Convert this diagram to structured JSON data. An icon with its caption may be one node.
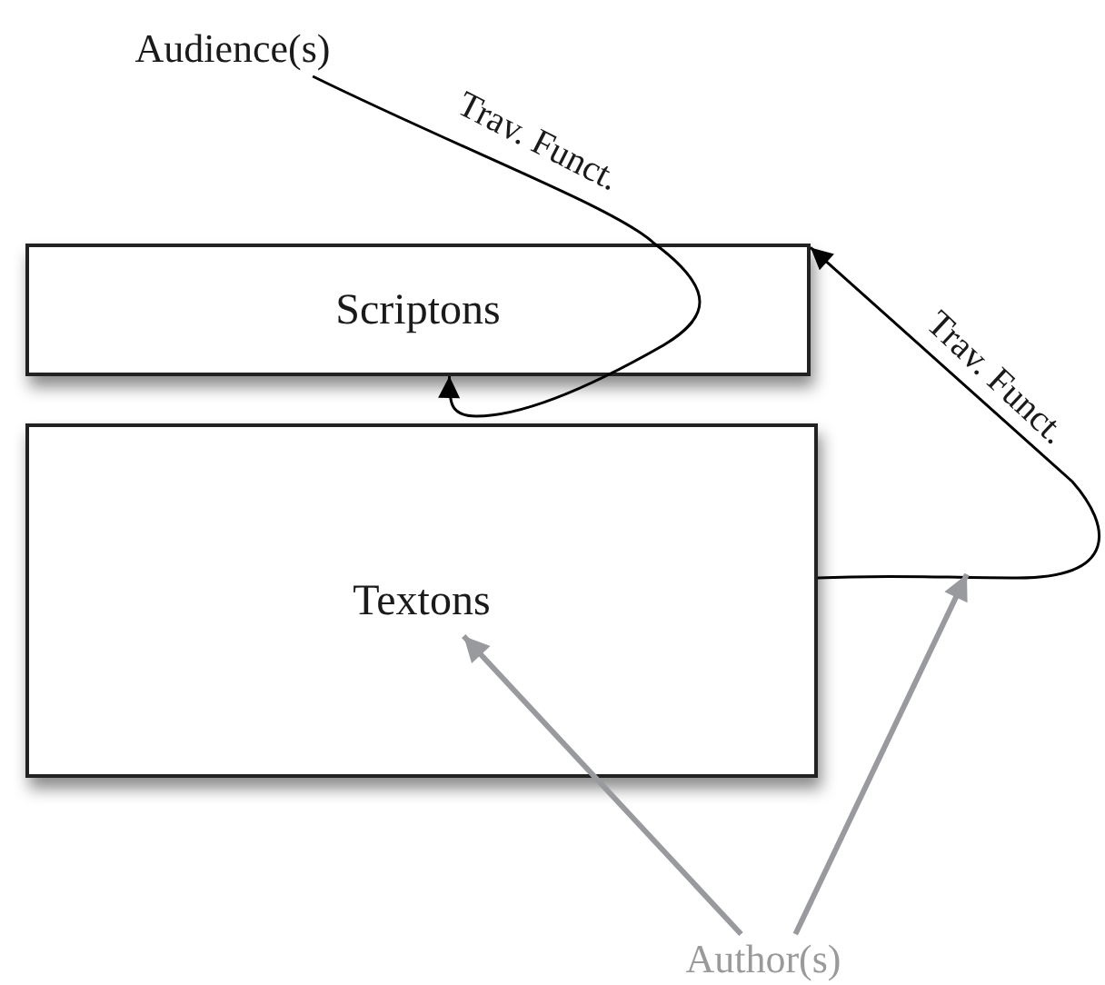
{
  "diagram": {
    "nodes": [
      {
        "text": [
          "Audience(s)"
        ]
      },
      {
        "text": [
          "Scriptons"
        ]
      },
      {
        "text": [
          "Textons"
        ]
      },
      {
        "text": [
          "Author(s)"
        ]
      }
    ],
    "edges": [
      {
        "from": 0,
        "to": 1,
        "arrow": "to",
        "label": "Trav. Funct."
      },
      {
        "from": 2,
        "to": 1,
        "arrow": "to",
        "label": "Trav. Funct."
      },
      {
        "from": 3,
        "to": 2,
        "arrow": "to",
        "style": "thick",
        "color": "#999a9e"
      },
      {
        "from": 3,
        "to": null,
        "arrow": "to",
        "style": "thick",
        "color": "#999a9e"
      }
    ]
  }
}
